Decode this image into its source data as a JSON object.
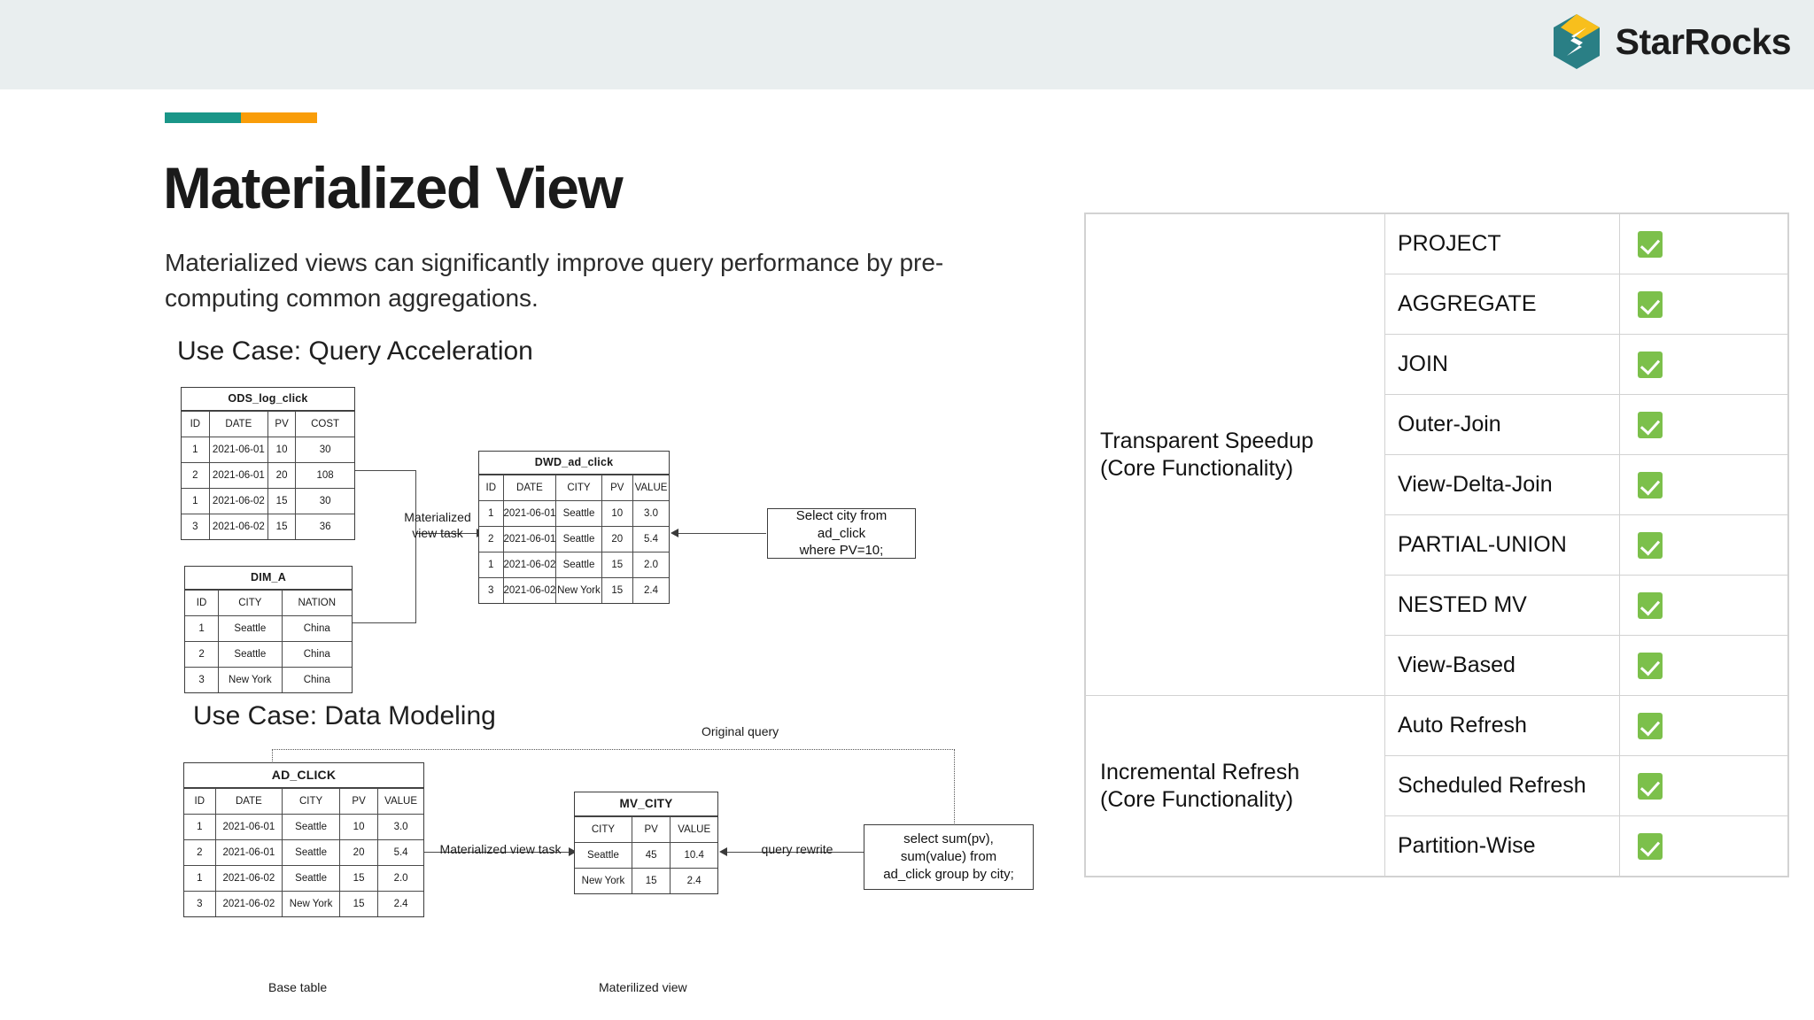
{
  "header": {
    "brand_name": "StarRocks",
    "band_color": "#e9eeef",
    "logo_teal": "#2a7f85",
    "logo_yellow": "#f8bf1c"
  },
  "accent": {
    "teal": "#1a9688",
    "orange": "#f99d09"
  },
  "title": "Materialized View",
  "subtitle": "Materialized views can significantly improve query performance by pre-computing common aggregations.",
  "use_cases": [
    {
      "heading": "Use Case: Query Acceleration"
    },
    {
      "heading": "Use Case: Data Modeling"
    }
  ],
  "diagram1": {
    "ods_table": {
      "title": "ODS_log_click",
      "columns": [
        "ID",
        "DATE",
        "PV",
        "COST"
      ],
      "rows": [
        [
          "1",
          "2021-06-01",
          "10",
          "30"
        ],
        [
          "2",
          "2021-06-01",
          "20",
          "108"
        ],
        [
          "1",
          "2021-06-02",
          "15",
          "30"
        ],
        [
          "3",
          "2021-06-02",
          "15",
          "36"
        ]
      ]
    },
    "dim_table": {
      "title": "DIM_A",
      "columns": [
        "ID",
        "CITY",
        "NATION"
      ],
      "rows": [
        [
          "1",
          "Seattle",
          "China"
        ],
        [
          "2",
          "Seattle",
          "China"
        ],
        [
          "3",
          "New York",
          "China"
        ]
      ]
    },
    "dwd_table": {
      "title": "DWD_ad_click",
      "columns": [
        "ID",
        "DATE",
        "CITY",
        "PV",
        "VALUE"
      ],
      "rows": [
        [
          "1",
          "2021-06-01",
          "Seattle",
          "10",
          "3.0"
        ],
        [
          "2",
          "2021-06-01",
          "Seattle",
          "20",
          "5.4"
        ],
        [
          "1",
          "2021-06-02",
          "Seattle",
          "15",
          "2.0"
        ],
        [
          "3",
          "2021-06-02",
          "New York",
          "15",
          "2.4"
        ]
      ]
    },
    "task_label_line1": "Materialized",
    "task_label_line2": "view task",
    "query_box_line1": "Select city from ad_click",
    "query_box_line2": "where PV=10;"
  },
  "diagram2": {
    "original_query_label": "Original query",
    "ad_click_table": {
      "title": "AD_CLICK",
      "columns": [
        "ID",
        "DATE",
        "CITY",
        "PV",
        "VALUE"
      ],
      "rows": [
        [
          "1",
          "2021-06-01",
          "Seattle",
          "10",
          "3.0"
        ],
        [
          "2",
          "2021-06-01",
          "Seattle",
          "20",
          "5.4"
        ],
        [
          "1",
          "2021-06-02",
          "Seattle",
          "15",
          "2.0"
        ],
        [
          "3",
          "2021-06-02",
          "New York",
          "15",
          "2.4"
        ]
      ]
    },
    "mv_city_table": {
      "title": "MV_CITY",
      "columns": [
        "CITY",
        "PV",
        "VALUE"
      ],
      "rows": [
        [
          "Seattle",
          "45",
          "10.4"
        ],
        [
          "New York",
          "15",
          "2.4"
        ]
      ]
    },
    "task_label": "Materialized view task",
    "rewrite_label": "query rewrite",
    "query_box_line1": "select sum(pv),",
    "query_box_line2": "sum(value) from",
    "query_box_line3": "ad_click group by city;",
    "caption_base": "Base table",
    "caption_mv": "Materilized  view"
  },
  "feature_matrix": {
    "check_color": "#7cc04b",
    "groups": [
      {
        "label": "Transparent Speedup\n(Core Functionality)",
        "label_line1": "Transparent Speedup",
        "label_line2": "(Core Functionality)",
        "features": [
          {
            "name": "PROJECT",
            "supported": "✓"
          },
          {
            "name": "AGGREGATE",
            "supported": "✓"
          },
          {
            "name": "JOIN",
            "supported": "✓"
          },
          {
            "name": "Outer-Join",
            "supported": "✓"
          },
          {
            "name": "View-Delta-Join",
            "supported": "✓"
          },
          {
            "name": "PARTIAL-UNION",
            "supported": "✓"
          },
          {
            "name": "NESTED MV",
            "supported": "✓"
          },
          {
            "name": "View-Based",
            "supported": "✓"
          }
        ]
      },
      {
        "label_line1": "Incremental Refresh",
        "label_line2": "(Core Functionality)",
        "features": [
          {
            "name": "Auto Refresh",
            "supported": "✓"
          },
          {
            "name": "Scheduled Refresh",
            "supported": "✓"
          },
          {
            "name": "Partition-Wise",
            "supported": "✓"
          }
        ]
      }
    ]
  }
}
